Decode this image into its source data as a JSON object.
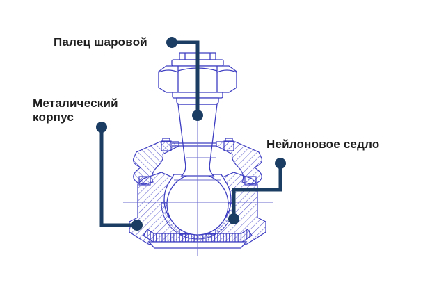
{
  "diagram": {
    "labels": {
      "ball_pin": "Палец шаровой",
      "metal_housing": "Металический корпус",
      "nylon_seat": "Нейлоновое седло"
    },
    "colors": {
      "line_blue": "#3d3dc2",
      "hatch_blue": "#5a5acd",
      "centerline_blue": "#6868ce",
      "leader_navy": "#1c3d63",
      "text": "#1f1f1f",
      "background": "#ffffff"
    }
  }
}
